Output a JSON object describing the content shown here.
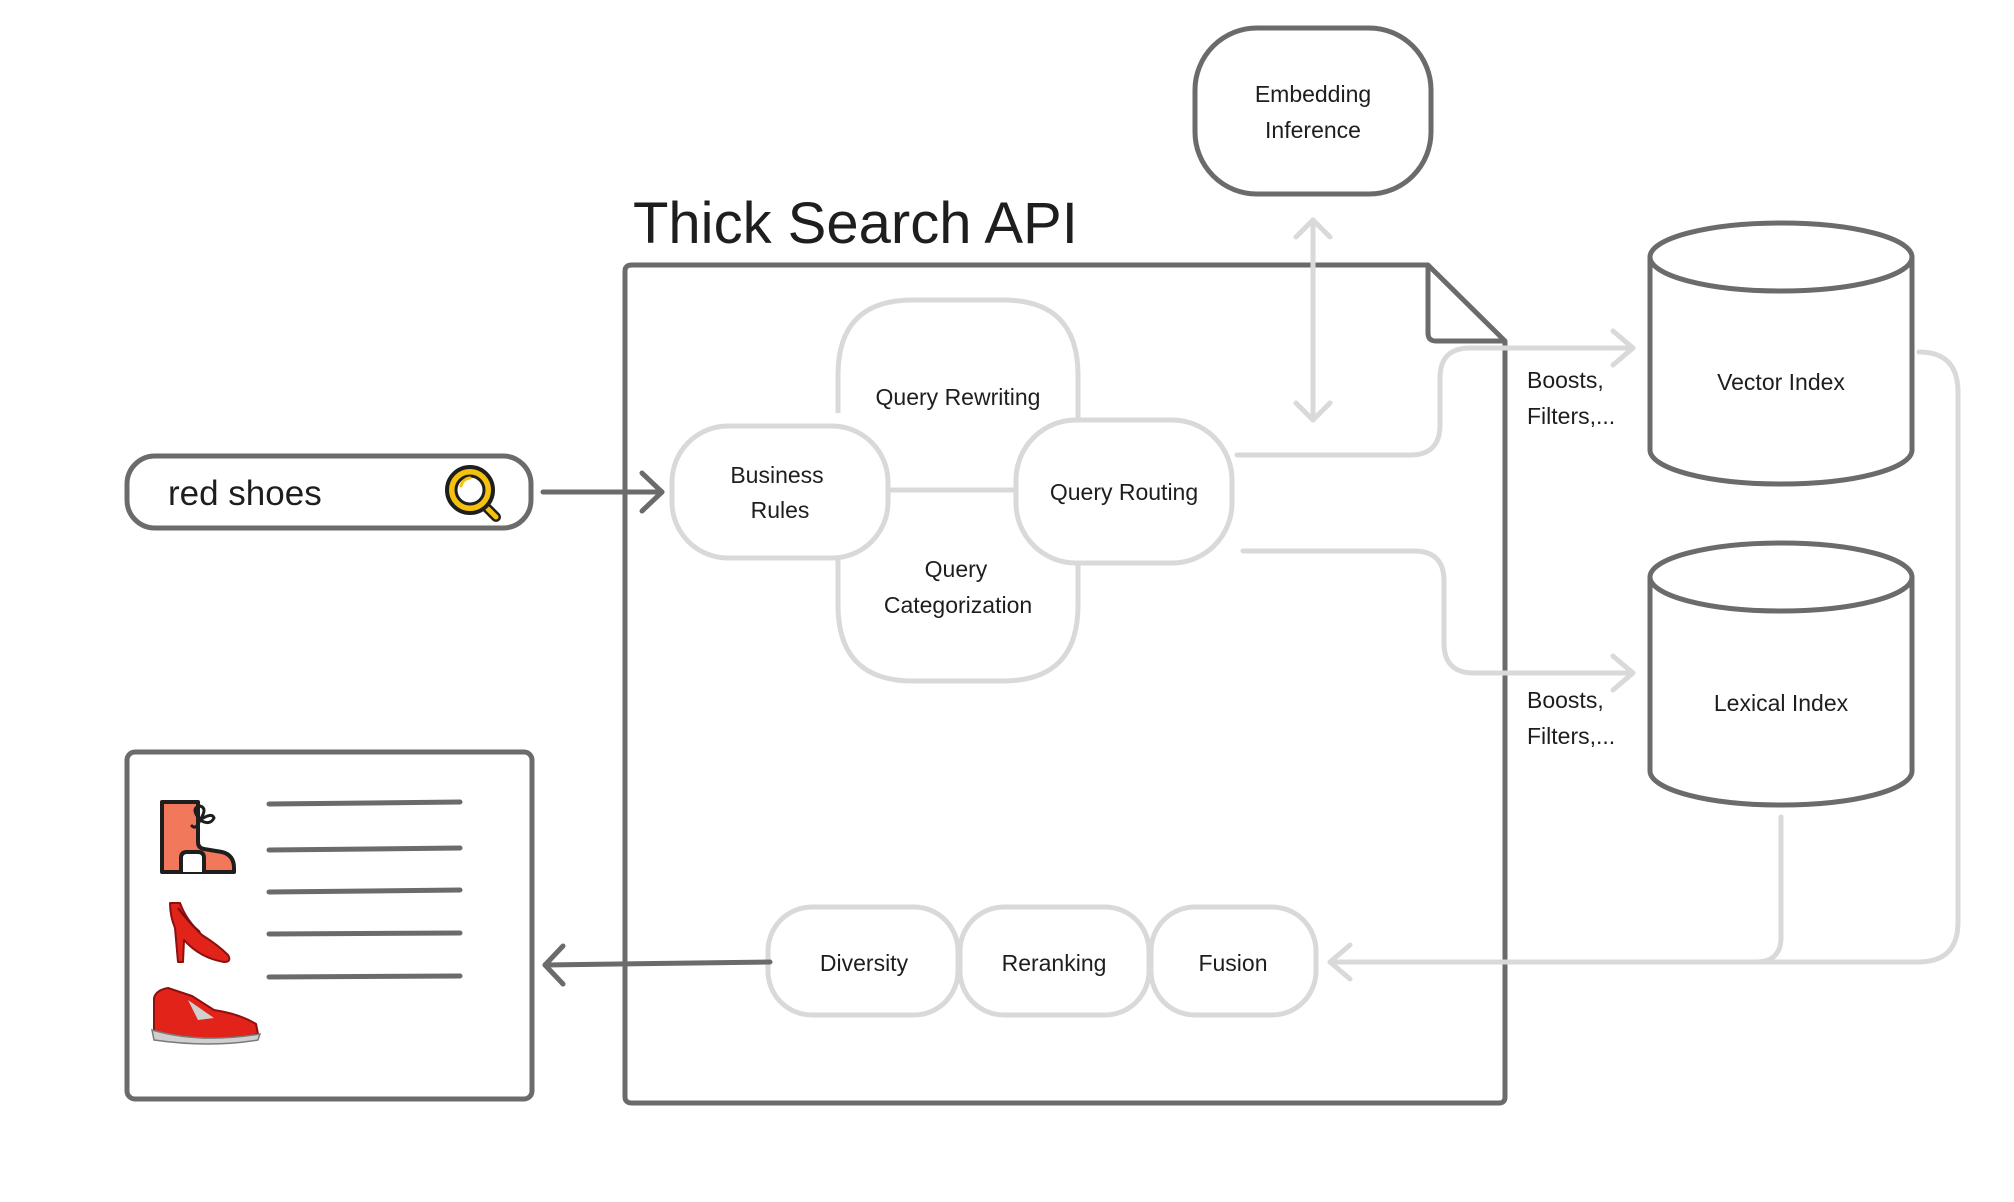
{
  "title": "Thick Search API",
  "search": {
    "query": "red shoes",
    "icon": "magnifier-icon"
  },
  "nodes": {
    "embedding": [
      "Embedding",
      "Inference"
    ],
    "query_rewriting": "Query Rewriting",
    "business_rules": [
      "Business",
      "Rules"
    ],
    "query_routing": "Query Routing",
    "query_categorization": [
      "Query",
      "Categorization"
    ],
    "diversity": "Diversity",
    "reranking": "Reranking",
    "fusion": "Fusion"
  },
  "indexes": {
    "vector": "Vector Index",
    "lexical": "Lexical Index"
  },
  "notes": {
    "vector": [
      "Boosts,",
      "Filters,..."
    ],
    "lexical": [
      "Boosts,",
      "Filters,..."
    ]
  },
  "results": {
    "items": [
      "boot-icon",
      "high-heel-icon",
      "sneaker-icon"
    ]
  },
  "colors": {
    "dark_stroke": "#6b6b6b",
    "light_stroke": "#d9d9d9",
    "accent": "#f4c20d",
    "shoe_red": "#e2231a",
    "boot_fill": "#f2785c"
  }
}
